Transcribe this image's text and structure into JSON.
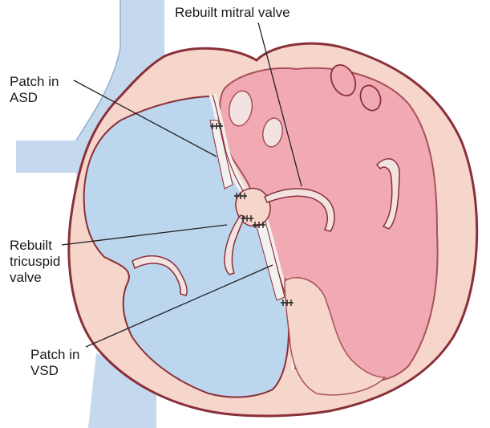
{
  "labels": {
    "mitral": "Rebuilt mitral valve",
    "asd": {
      "line1": "Patch in",
      "line2": "ASD"
    },
    "tricuspid": {
      "line1": "Rebuilt",
      "line2": "tricuspid",
      "line3": "valve"
    },
    "vsd": {
      "line1": "Patch in",
      "line2": "VSD"
    }
  },
  "colors": {
    "background": "#ffffff",
    "outer_wall": "#f6d6cb",
    "wall_outline": "#8a2f3a",
    "vessel_blue": "#c4d9ee",
    "right_chamber": "#bcd6ee",
    "left_chamber": "#f1aab3",
    "patch": "#f3f1ef",
    "leader_line": "#222222"
  }
}
